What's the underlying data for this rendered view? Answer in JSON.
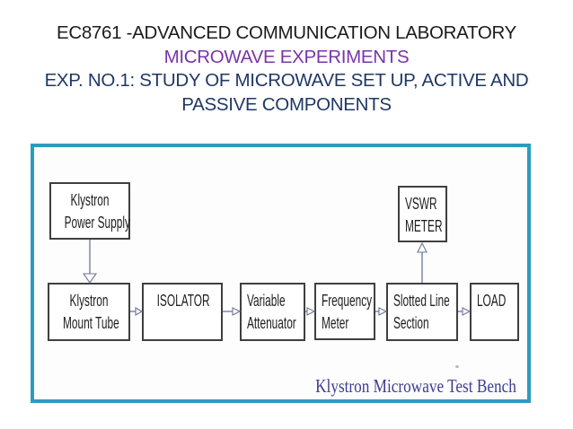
{
  "header": {
    "lines": [
      {
        "text": "EC8761 -ADVANCED COMMUNICATION LABORATORY",
        "color": "#1b1b1b"
      },
      {
        "text": "MICROWAVE EXPERIMENTS",
        "color": "#7a35a8"
      },
      {
        "text": "EXP. NO.1: STUDY OF MICROWAVE SET UP, ACTIVE AND",
        "color": "#1f3864"
      },
      {
        "text": "PASSIVE COMPONENTS",
        "color": "#1f3864"
      }
    ]
  },
  "diagram": {
    "panel_border_color": "#2d9cbc",
    "block_border_color": "#3f3f3f",
    "connector_color": "#6f7598",
    "caption": "Klystron Microwave Test Bench",
    "caption_color": "#3d3d91",
    "blocks": {
      "power": {
        "line1": "Klystron",
        "line2": "Power Supply"
      },
      "vswr": {
        "line1": "VSWR",
        "line2": "METER"
      },
      "mount": {
        "line1": "Klystron",
        "line2": "Mount Tube"
      },
      "isolator": {
        "line1": "ISOLATOR",
        "line2": ""
      },
      "attn": {
        "line1": "Variable",
        "line2": "Attenuator"
      },
      "freq": {
        "line1": "Frequency",
        "line2": "Meter"
      },
      "slotted": {
        "line1": "Slotted Line",
        "line2": "Section"
      },
      "load": {
        "line1": "LOAD",
        "line2": ""
      }
    },
    "connections": [
      {
        "from": "klystron-power-supply",
        "to": "klystron-mount-tube"
      },
      {
        "from": "klystron-mount-tube",
        "to": "isolator"
      },
      {
        "from": "isolator",
        "to": "variable-attenuator"
      },
      {
        "from": "variable-attenuator",
        "to": "frequency-meter"
      },
      {
        "from": "frequency-meter",
        "to": "slotted-line-section"
      },
      {
        "from": "slotted-line-section",
        "to": "load"
      },
      {
        "from": "slotted-line-section",
        "to": "vswr-meter"
      }
    ]
  }
}
